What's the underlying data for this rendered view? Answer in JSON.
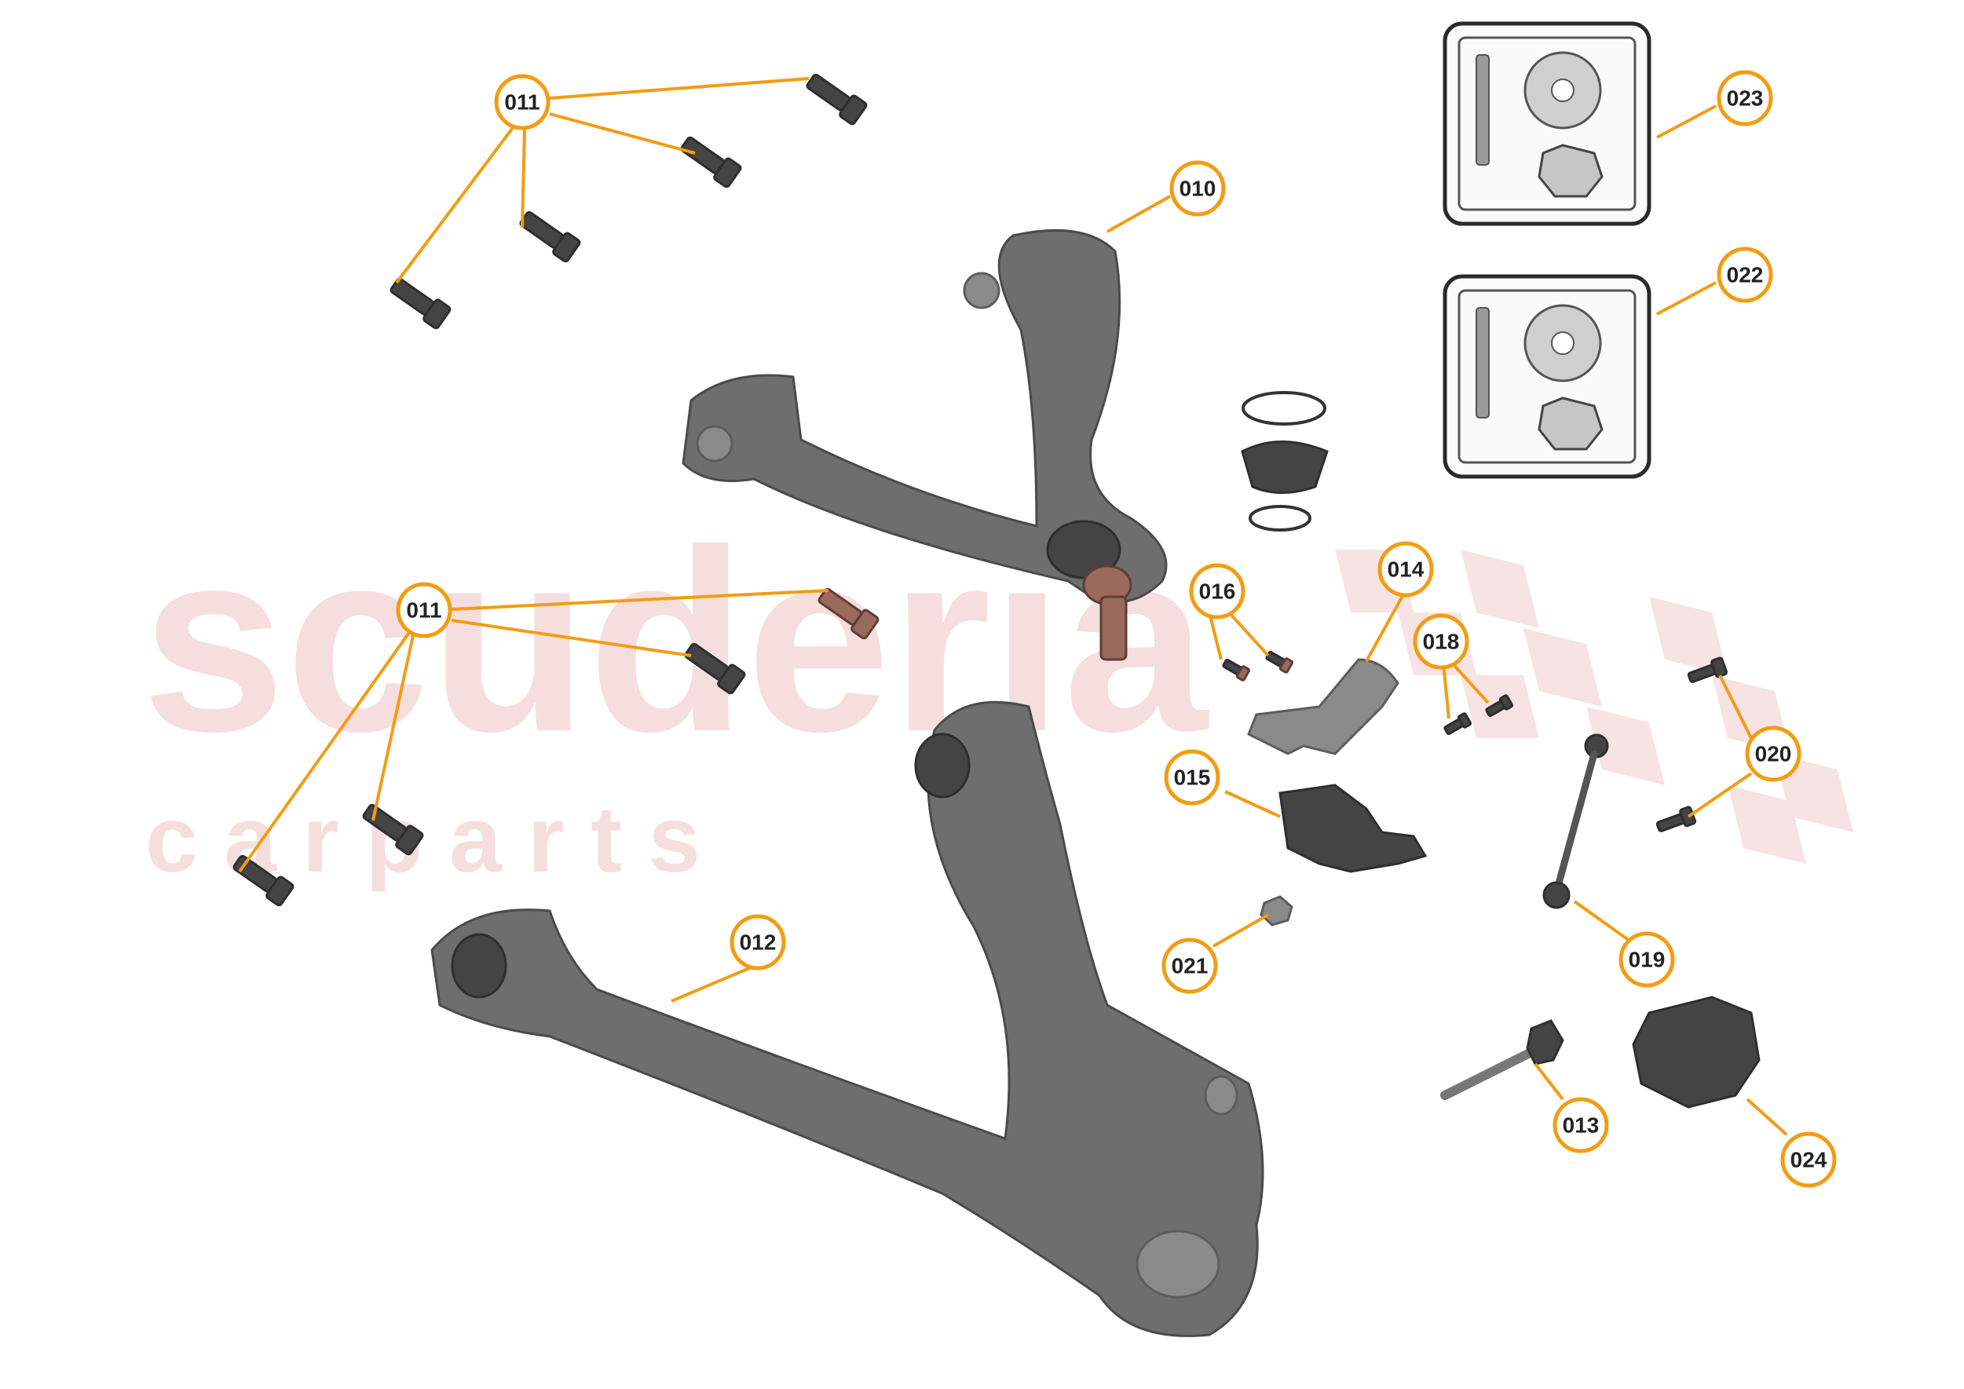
{
  "watermark": {
    "brand": "scuderia",
    "sub": "c a r   p a r t s"
  },
  "callouts": {
    "c011a": "011",
    "c010": "010",
    "c023": "023",
    "c022": "022",
    "c011b": "011",
    "c016": "016",
    "c014": "014",
    "c018": "018",
    "c020": "020",
    "c015": "015",
    "c012": "012",
    "c021": "021",
    "c019": "019",
    "c013": "013",
    "c024": "024"
  },
  "colors": {
    "accent": "#f39c12",
    "part": "#6e6e6e",
    "watermark": "#f6dede"
  }
}
